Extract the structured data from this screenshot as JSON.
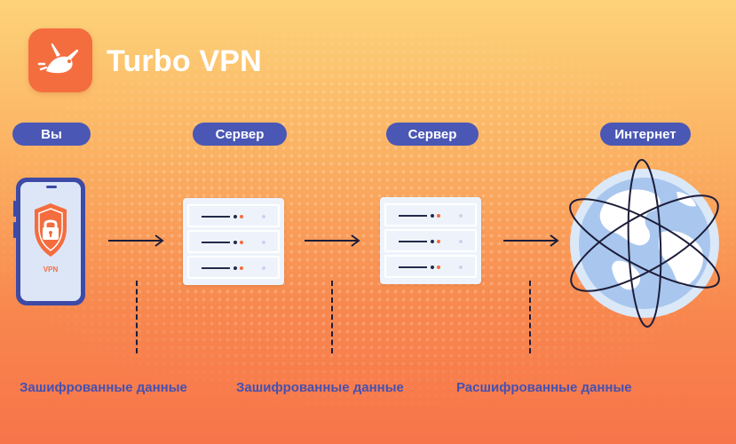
{
  "brand": {
    "name": "Turbo VPN",
    "logo_icon": "rabbit-icon",
    "logo_color": "#f46d3f"
  },
  "nodes": [
    {
      "label": "Вы",
      "icon": "smartphone-icon"
    },
    {
      "label": "Сервер",
      "icon": "server-icon"
    },
    {
      "label": "Сервер",
      "icon": "server-icon"
    },
    {
      "label": "Интернет",
      "icon": "globe-icon"
    }
  ],
  "phone": {
    "screen_text": "VPN",
    "screen_icon": "shield-lock-icon"
  },
  "captions": [
    "Зашифрованные данные",
    "Зашифрованные данные",
    "Расшифрованные данные"
  ],
  "colors": {
    "pill": "#4a57b5",
    "caption": "#4650b0",
    "accent": "#f46d3f",
    "background_top": "#fdd37a",
    "background_bottom": "#f7744a"
  }
}
